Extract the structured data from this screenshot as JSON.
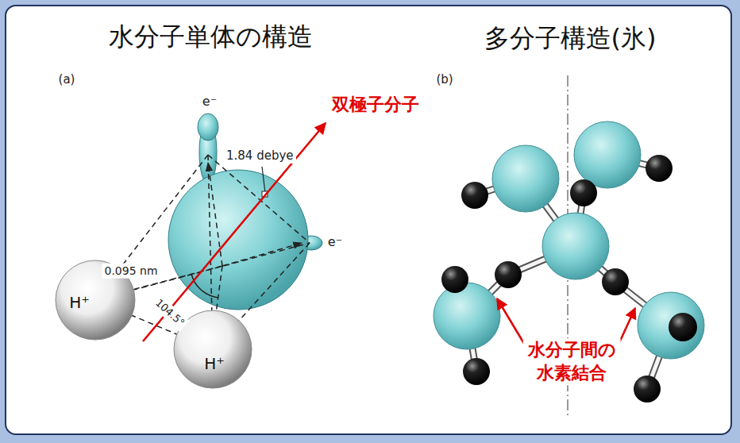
{
  "diagram": {
    "nodes": [
      {
        "text": [
          "H⁺"
        ]
      },
      {
        "text": [
          "H⁺"
        ]
      }
    ],
    "labels": [
      "水分子単体の構造",
      "多分子構造(氷)",
      "(a)",
      "(b)",
      "双極子分子",
      "e⁻",
      "1.84 debye",
      "e⁻",
      "0.095 nm",
      "104.5°",
      "水分子間の 水素結合"
    ]
  }
}
